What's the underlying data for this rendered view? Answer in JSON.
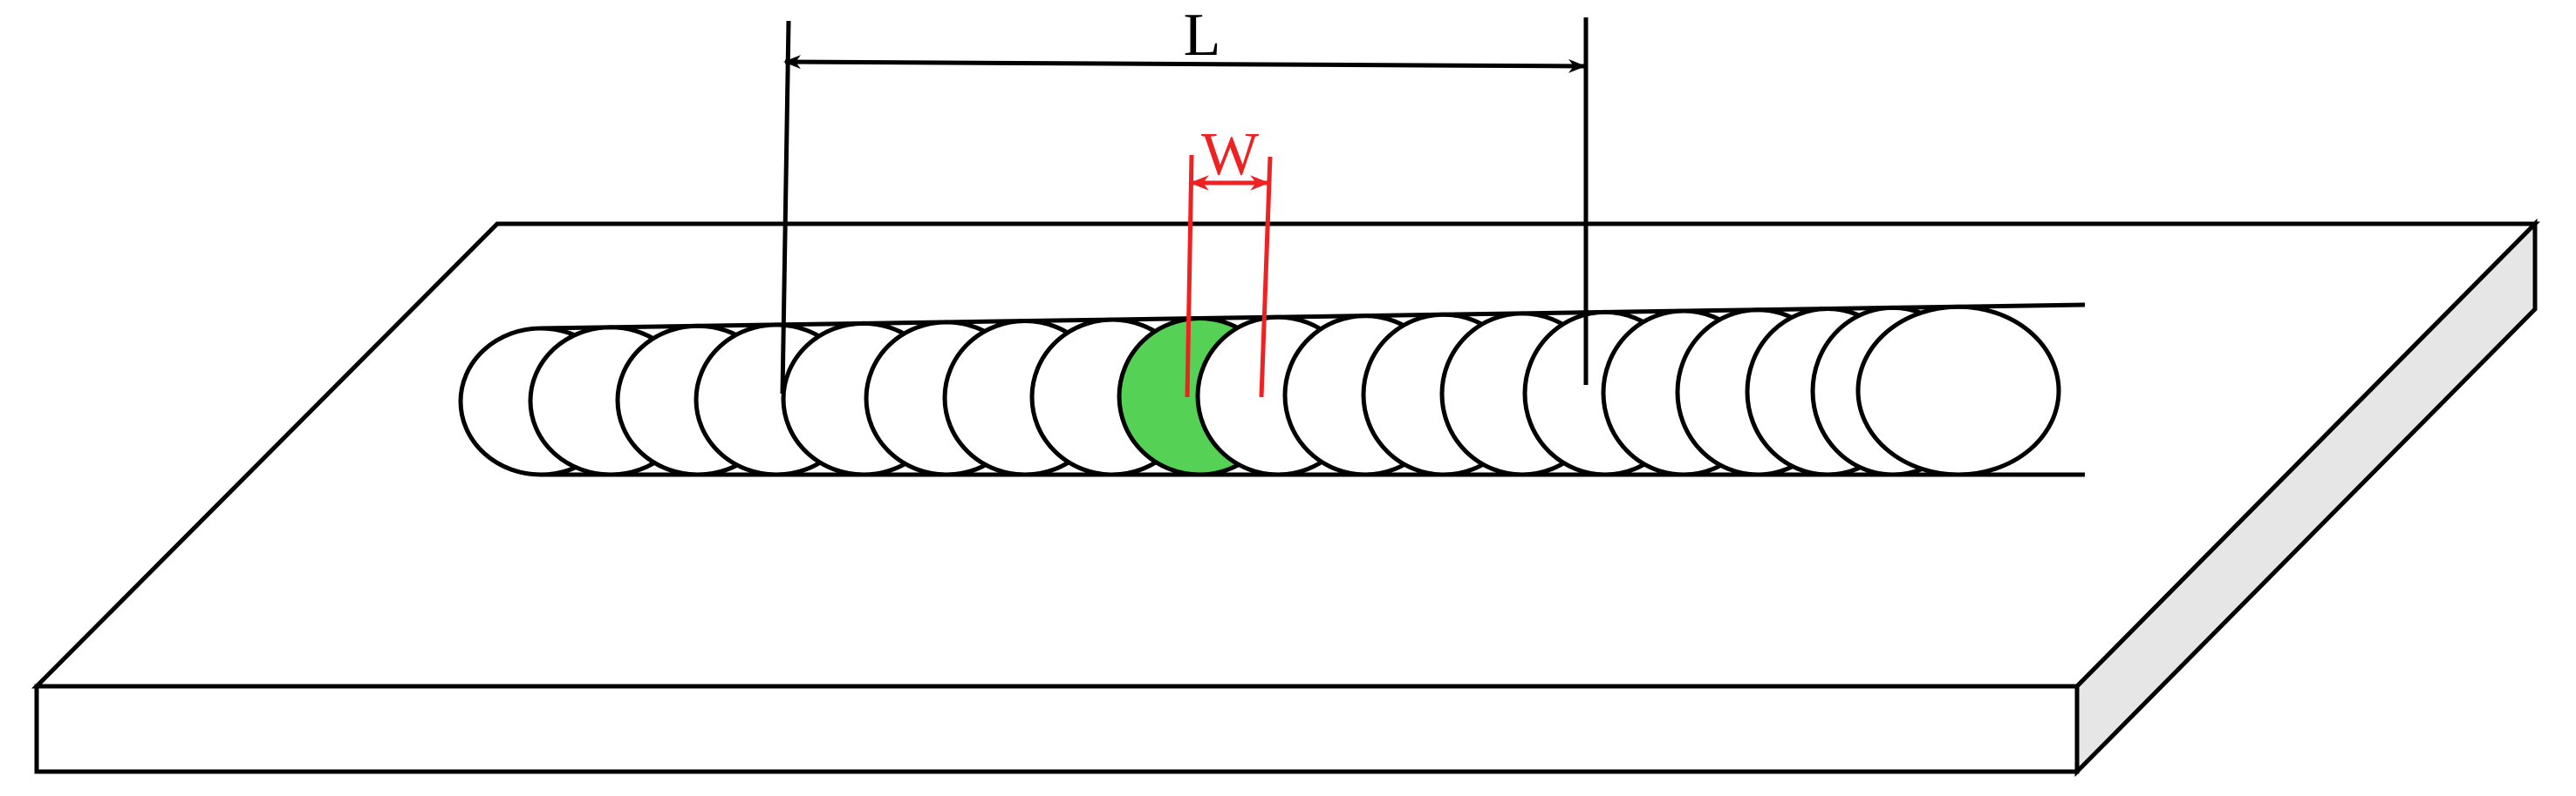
{
  "dimensions": {
    "length_label": "L",
    "width_label": "W"
  },
  "colors": {
    "outline": "#000000",
    "plate_top": "#ffffff",
    "plate_front": "#ffffff",
    "plate_side": "#e6e6e6",
    "highlight_bead": "#55d155",
    "width_dimension": "#ee2222",
    "length_dimension": "#000000"
  },
  "bead": {
    "pass_count": 19,
    "highlighted_pass": 9
  }
}
